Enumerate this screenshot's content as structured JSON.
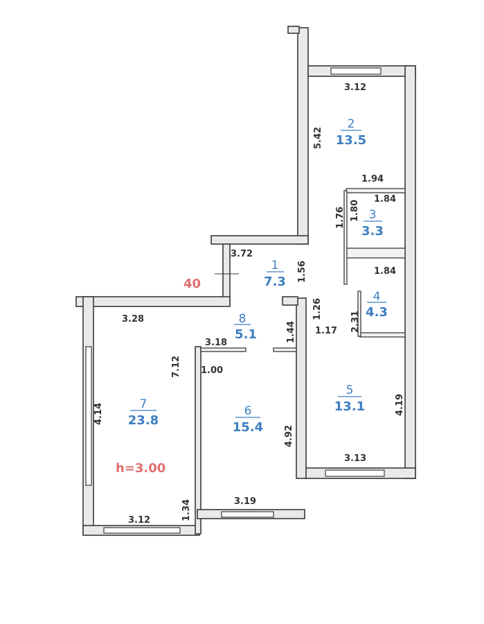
{
  "plan": {
    "colors": {
      "room_label": "#3d7fc1",
      "note": "#e07070",
      "dimension": "#333333"
    },
    "rooms": [
      {
        "number": "1",
        "area": "7.3"
      },
      {
        "number": "2",
        "area": "13.5"
      },
      {
        "number": "3",
        "area": "3.3"
      },
      {
        "number": "4",
        "area": "4.3"
      },
      {
        "number": "5",
        "area": "13.1"
      },
      {
        "number": "6",
        "area": "15.4"
      },
      {
        "number": "7",
        "area": "23.8"
      },
      {
        "number": "8",
        "area": "5.1"
      }
    ],
    "dimensions": [
      "3.12",
      "5.42",
      "1.94",
      "1.84",
      "1.76",
      "1.80",
      "3.72",
      "1.56",
      "1.84",
      "1.26",
      "2.31",
      "1.17",
      "1.44",
      "3.28",
      "7.12",
      "3.18",
      "1.00",
      "4.14",
      "4.92",
      "4.19",
      "3.13",
      "3.19",
      "1.34",
      "3.12"
    ],
    "notes": {
      "apartment_number": "40",
      "ceiling_height": "h=3.00"
    }
  }
}
